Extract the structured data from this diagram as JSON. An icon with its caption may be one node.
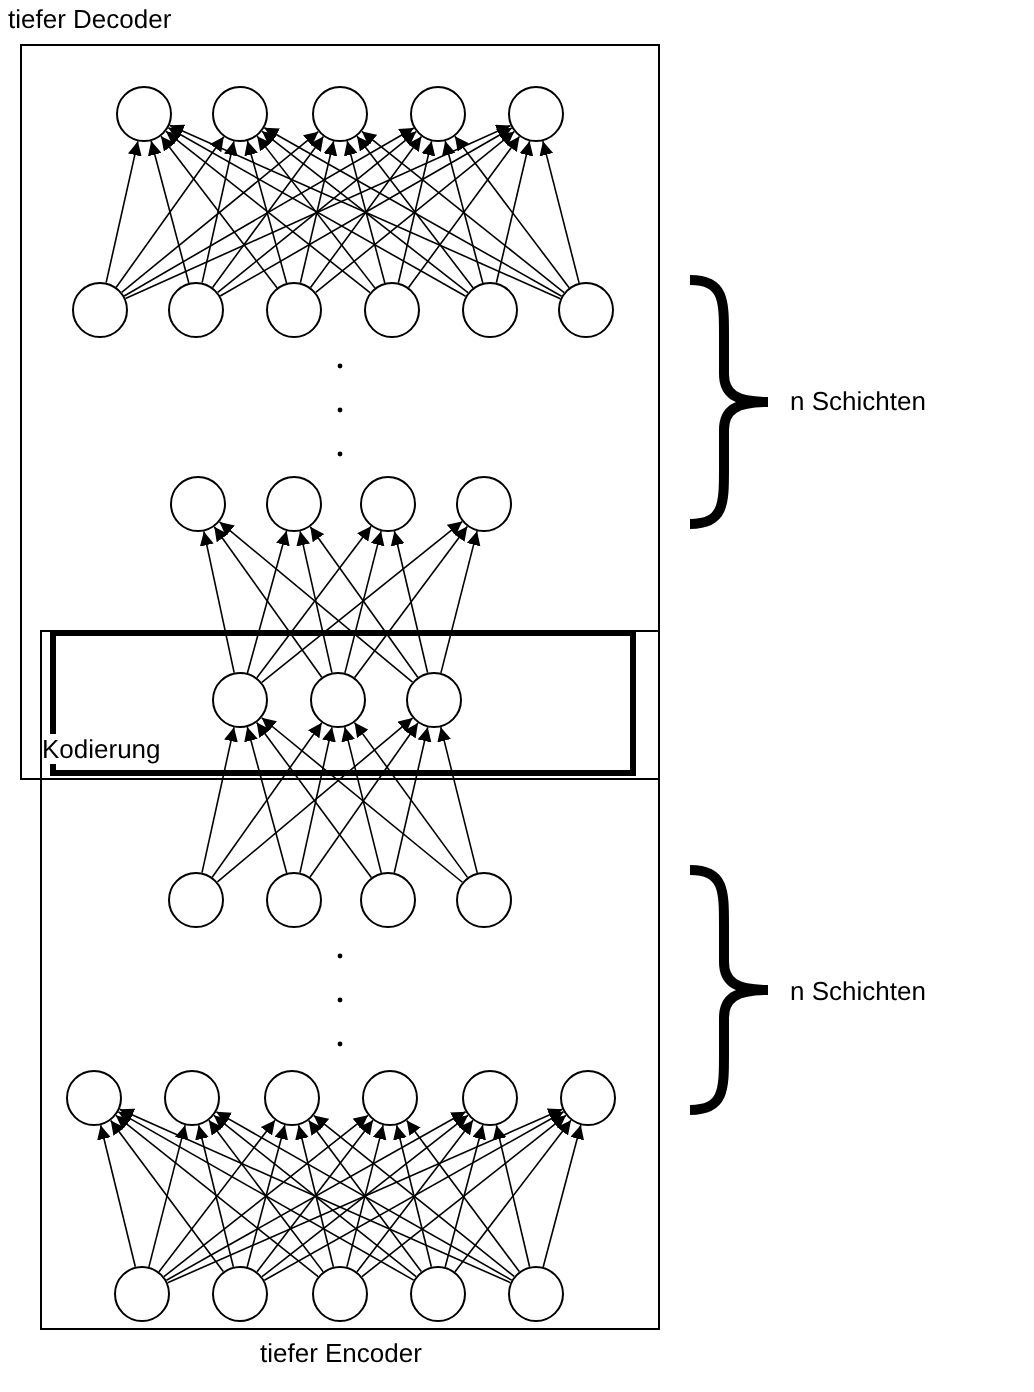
{
  "diagram": {
    "nodes": [
      {
        "text": [
          "tiefer Decoder"
        ]
      },
      {
        "text": [],
        "shape": "circle",
        "in": 0
      },
      {
        "text": [],
        "shape": "circle",
        "in": 0
      },
      {
        "text": [],
        "shape": "circle",
        "in": 0
      },
      {
        "text": [],
        "shape": "circle",
        "in": 0
      },
      {
        "text": [],
        "shape": "circle",
        "in": 0
      },
      {
        "text": [],
        "shape": "circle",
        "in": 0
      },
      {
        "text": [],
        "shape": "circle",
        "in": 0
      },
      {
        "text": [],
        "shape": "circle",
        "in": 0
      },
      {
        "text": [],
        "shape": "circle",
        "in": 0
      },
      {
        "text": [],
        "shape": "circle",
        "in": 0
      },
      {
        "text": [],
        "shape": "circle",
        "in": 0
      },
      {
        "text": [],
        "shape": "circle",
        "in": 0
      },
      {
        "text": [],
        "shape": "circle",
        "in": 0
      },
      {
        "text": [],
        "shape": "circle",
        "in": 0
      },
      {
        "text": [],
        "shape": "circle",
        "in": 0
      },
      {
        "text": [
          "Kodierung"
        ]
      },
      {
        "text": [],
        "shape": "circle",
        "in": 16
      },
      {
        "text": [],
        "shape": "circle",
        "in": 16
      },
      {
        "text": [],
        "shape": "circle",
        "in": 16
      },
      {
        "text": [
          "tiefer Encoder"
        ]
      },
      {
        "text": [],
        "shape": "circle",
        "in": 20
      },
      {
        "text": [],
        "shape": "circle",
        "in": 20
      },
      {
        "text": [],
        "shape": "circle",
        "in": 20
      },
      {
        "text": [],
        "shape": "circle",
        "in": 20
      },
      {
        "text": [],
        "shape": "circle",
        "in": 20
      },
      {
        "text": [],
        "shape": "circle",
        "in": 20
      },
      {
        "text": [],
        "shape": "circle",
        "in": 20
      },
      {
        "text": [],
        "shape": "circle",
        "in": 20
      },
      {
        "text": [],
        "shape": "circle",
        "in": 20
      },
      {
        "text": [],
        "shape": "circle",
        "in": 20
      },
      {
        "text": [],
        "shape": "circle",
        "in": 20
      },
      {
        "text": [],
        "shape": "circle",
        "in": 20
      },
      {
        "text": [],
        "shape": "circle",
        "in": 20
      },
      {
        "text": [],
        "shape": "circle",
        "in": 20
      },
      {
        "text": [],
        "shape": "circle",
        "in": 20
      }
    ],
    "edges": [
      {
        "from": 6,
        "to": 1,
        "arrow": "to"
      },
      {
        "from": 6,
        "to": 2,
        "arrow": "to"
      },
      {
        "from": 6,
        "to": 3,
        "arrow": "to"
      },
      {
        "from": 6,
        "to": 4,
        "arrow": "to"
      },
      {
        "from": 6,
        "to": 5,
        "arrow": "to"
      },
      {
        "from": 7,
        "to": 1,
        "arrow": "to"
      },
      {
        "from": 7,
        "to": 2,
        "arrow": "to"
      },
      {
        "from": 7,
        "to": 3,
        "arrow": "to"
      },
      {
        "from": 7,
        "to": 4,
        "arrow": "to"
      },
      {
        "from": 7,
        "to": 5,
        "arrow": "to"
      },
      {
        "from": 8,
        "to": 1,
        "arrow": "to"
      },
      {
        "from": 8,
        "to": 2,
        "arrow": "to"
      },
      {
        "from": 8,
        "to": 3,
        "arrow": "to"
      },
      {
        "from": 8,
        "to": 4,
        "arrow": "to"
      },
      {
        "from": 8,
        "to": 5,
        "arrow": "to"
      },
      {
        "from": 9,
        "to": 1,
        "arrow": "to"
      },
      {
        "from": 9,
        "to": 2,
        "arrow": "to"
      },
      {
        "from": 9,
        "to": 3,
        "arrow": "to"
      },
      {
        "from": 9,
        "to": 4,
        "arrow": "to"
      },
      {
        "from": 9,
        "to": 5,
        "arrow": "to"
      },
      {
        "from": 10,
        "to": 1,
        "arrow": "to"
      },
      {
        "from": 10,
        "to": 2,
        "arrow": "to"
      },
      {
        "from": 10,
        "to": 3,
        "arrow": "to"
      },
      {
        "from": 10,
        "to": 4,
        "arrow": "to"
      },
      {
        "from": 10,
        "to": 5,
        "arrow": "to"
      },
      {
        "from": 11,
        "to": 1,
        "arrow": "to"
      },
      {
        "from": 11,
        "to": 2,
        "arrow": "to"
      },
      {
        "from": 11,
        "to": 3,
        "arrow": "to"
      },
      {
        "from": 11,
        "to": 4,
        "arrow": "to"
      },
      {
        "from": 11,
        "to": 5,
        "arrow": "to"
      },
      {
        "from": 17,
        "to": 12,
        "arrow": "to"
      },
      {
        "from": 17,
        "to": 13,
        "arrow": "to"
      },
      {
        "from": 17,
        "to": 14,
        "arrow": "to"
      },
      {
        "from": 17,
        "to": 15,
        "arrow": "to"
      },
      {
        "from": 18,
        "to": 12,
        "arrow": "to"
      },
      {
        "from": 18,
        "to": 13,
        "arrow": "to"
      },
      {
        "from": 18,
        "to": 14,
        "arrow": "to"
      },
      {
        "from": 18,
        "to": 15,
        "arrow": "to"
      },
      {
        "from": 19,
        "to": 12,
        "arrow": "to"
      },
      {
        "from": 19,
        "to": 13,
        "arrow": "to"
      },
      {
        "from": 19,
        "to": 14,
        "arrow": "to"
      },
      {
        "from": 19,
        "to": 15,
        "arrow": "to"
      },
      {
        "from": 21,
        "to": 17,
        "arrow": "to"
      },
      {
        "from": 21,
        "to": 18,
        "arrow": "to"
      },
      {
        "from": 21,
        "to": 19,
        "arrow": "to"
      },
      {
        "from": 22,
        "to": 17,
        "arrow": "to"
      },
      {
        "from": 22,
        "to": 18,
        "arrow": "to"
      },
      {
        "from": 22,
        "to": 19,
        "arrow": "to"
      },
      {
        "from": 23,
        "to": 17,
        "arrow": "to"
      },
      {
        "from": 23,
        "to": 18,
        "arrow": "to"
      },
      {
        "from": 23,
        "to": 19,
        "arrow": "to"
      },
      {
        "from": 24,
        "to": 17,
        "arrow": "to"
      },
      {
        "from": 24,
        "to": 18,
        "arrow": "to"
      },
      {
        "from": 24,
        "to": 19,
        "arrow": "to"
      },
      {
        "from": 31,
        "to": 25,
        "arrow": "to"
      },
      {
        "from": 31,
        "to": 26,
        "arrow": "to"
      },
      {
        "from": 31,
        "to": 27,
        "arrow": "to"
      },
      {
        "from": 31,
        "to": 28,
        "arrow": "to"
      },
      {
        "from": 31,
        "to": 29,
        "arrow": "to"
      },
      {
        "from": 31,
        "to": 30,
        "arrow": "to"
      },
      {
        "from": 32,
        "to": 25,
        "arrow": "to"
      },
      {
        "from": 32,
        "to": 26,
        "arrow": "to"
      },
      {
        "from": 32,
        "to": 27,
        "arrow": "to"
      },
      {
        "from": 32,
        "to": 28,
        "arrow": "to"
      },
      {
        "from": 32,
        "to": 29,
        "arrow": "to"
      },
      {
        "from": 32,
        "to": 30,
        "arrow": "to"
      },
      {
        "from": 33,
        "to": 25,
        "arrow": "to"
      },
      {
        "from": 33,
        "to": 26,
        "arrow": "to"
      },
      {
        "from": 33,
        "to": 27,
        "arrow": "to"
      },
      {
        "from": 33,
        "to": 28,
        "arrow": "to"
      },
      {
        "from": 33,
        "to": 29,
        "arrow": "to"
      },
      {
        "from": 33,
        "to": 30,
        "arrow": "to"
      },
      {
        "from": 34,
        "to": 25,
        "arrow": "to"
      },
      {
        "from": 34,
        "to": 26,
        "arrow": "to"
      },
      {
        "from": 34,
        "to": 27,
        "arrow": "to"
      },
      {
        "from": 34,
        "to": 28,
        "arrow": "to"
      },
      {
        "from": 34,
        "to": 29,
        "arrow": "to"
      },
      {
        "from": 34,
        "to": 30,
        "arrow": "to"
      },
      {
        "from": 35,
        "to": 25,
        "arrow": "to"
      },
      {
        "from": 35,
        "to": 26,
        "arrow": "to"
      },
      {
        "from": 35,
        "to": 27,
        "arrow": "to"
      },
      {
        "from": 35,
        "to": 28,
        "arrow": "to"
      },
      {
        "from": 35,
        "to": 29,
        "arrow": "to"
      },
      {
        "from": 35,
        "to": 30,
        "arrow": "to"
      }
    ],
    "labels": [
      "n Schichten",
      "n Schichten"
    ]
  }
}
